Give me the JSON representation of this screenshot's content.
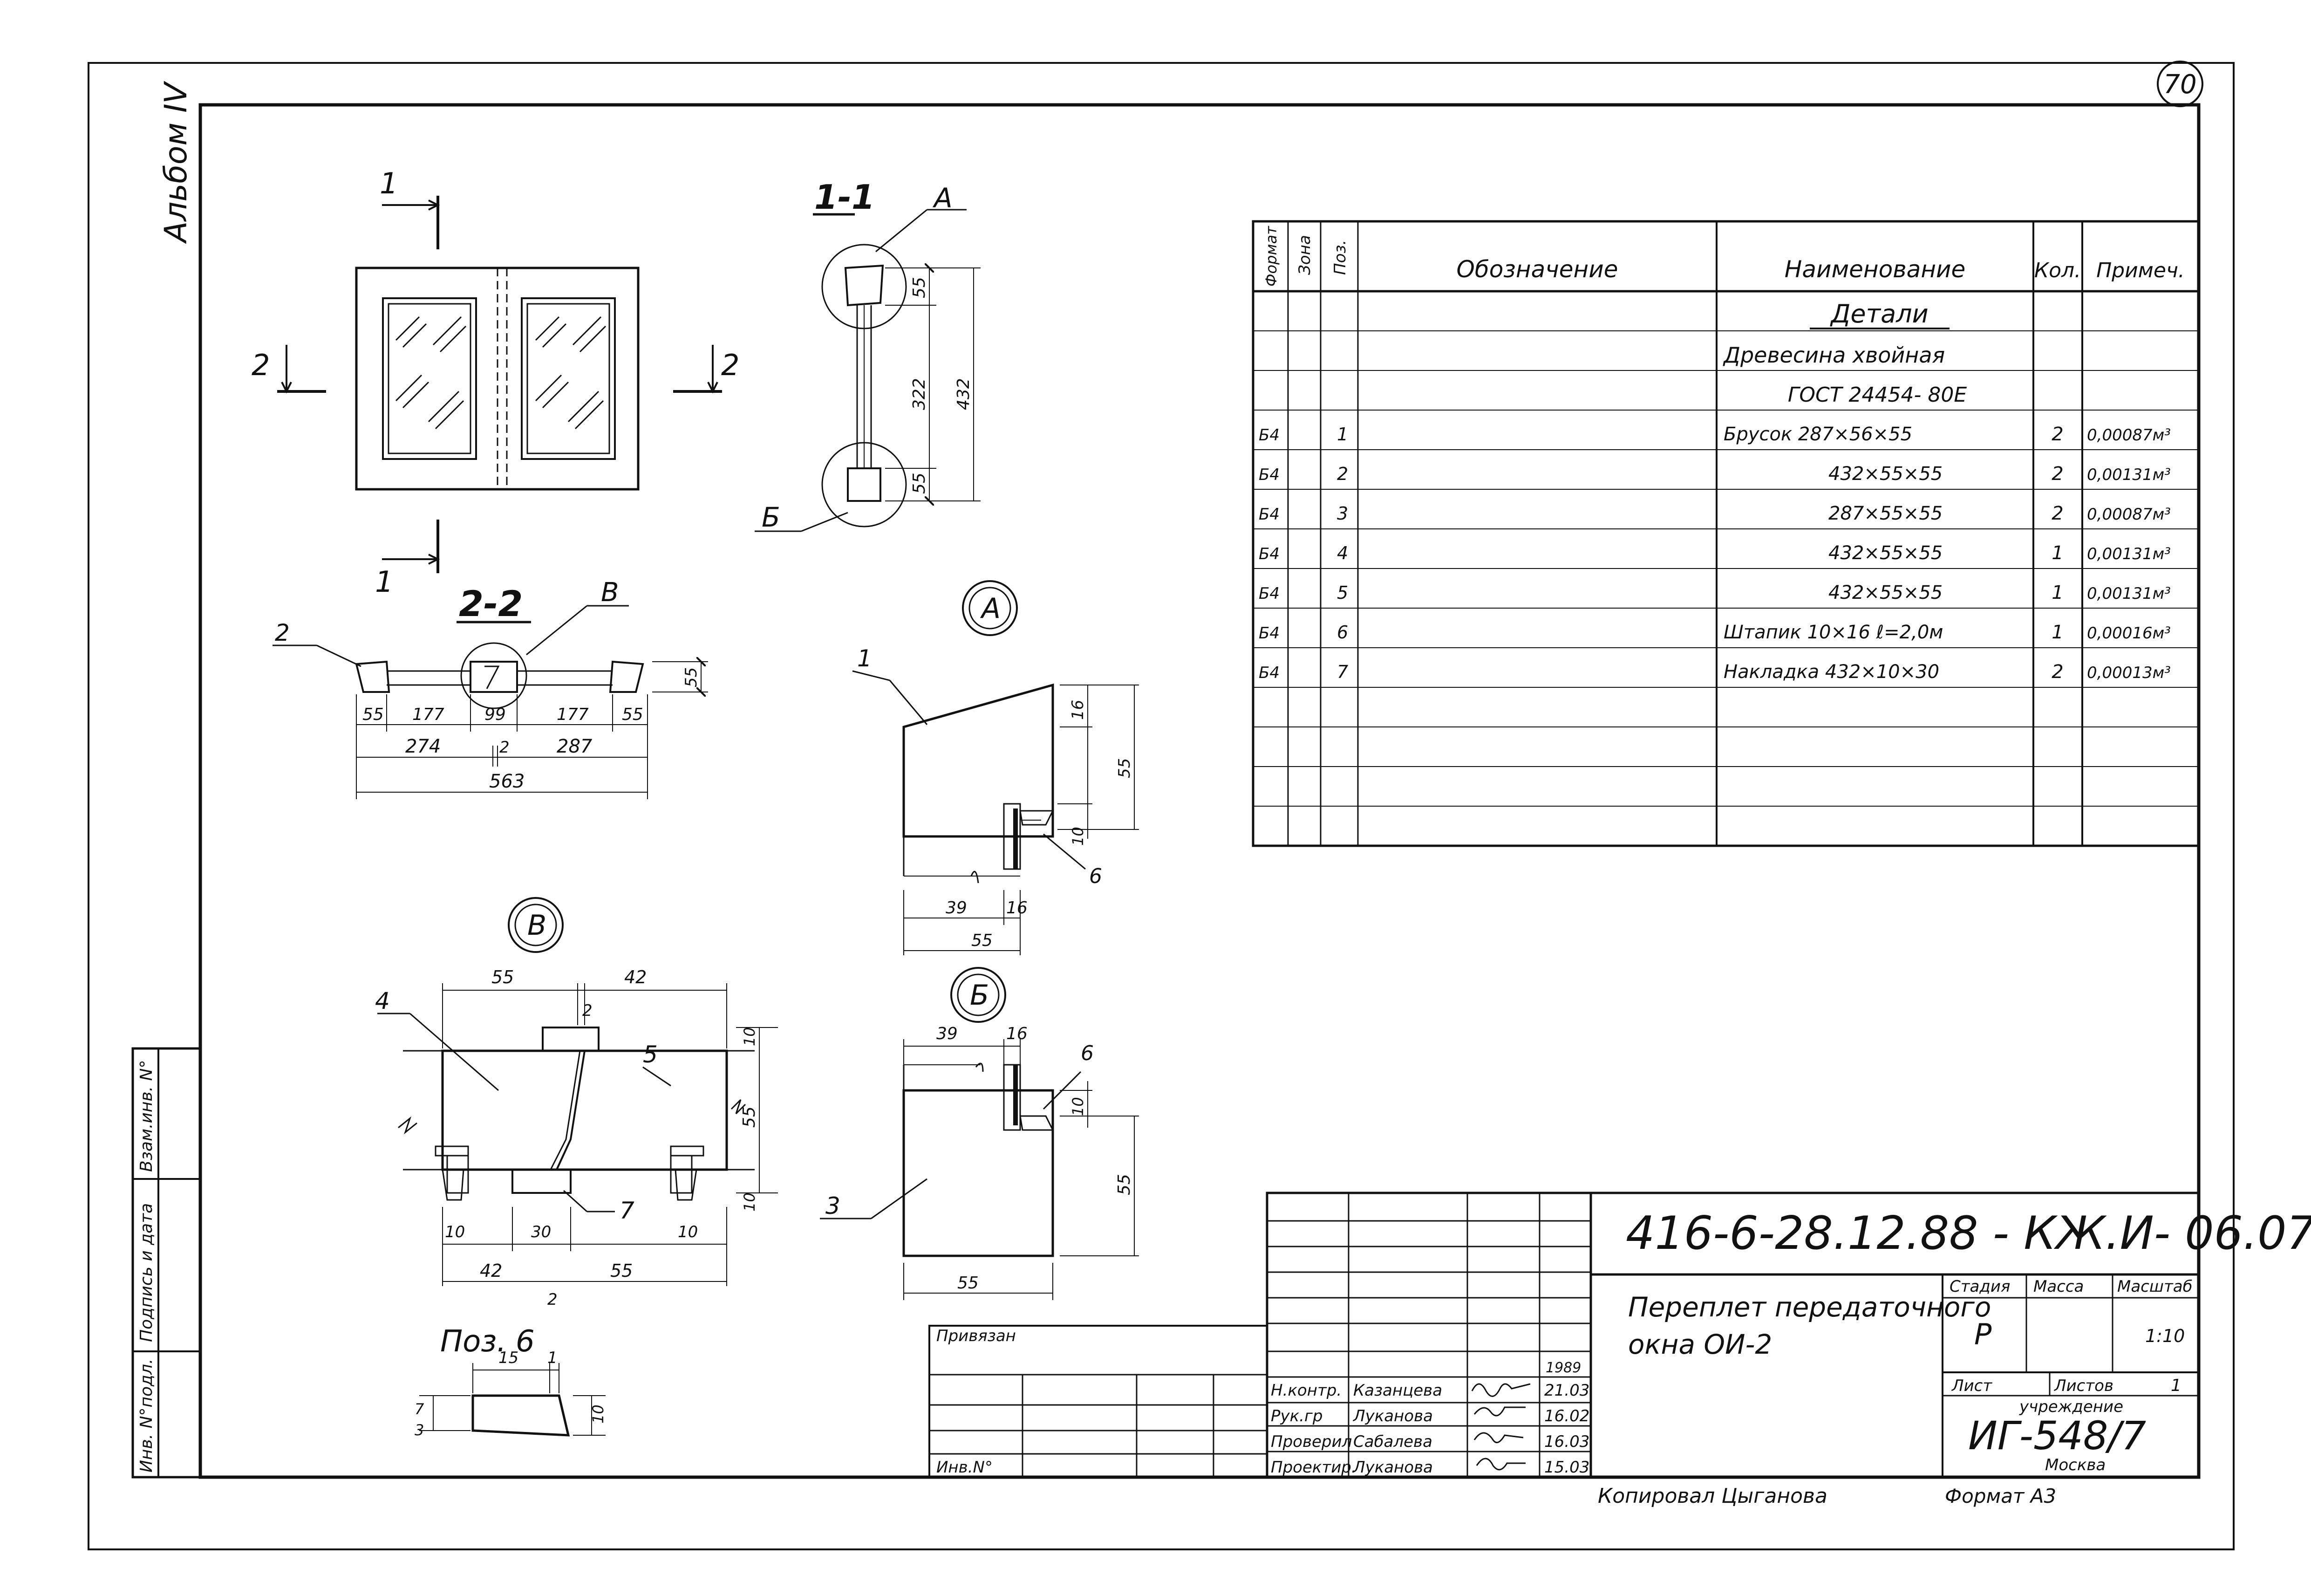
{
  "sheet": {
    "sheet_number": "70",
    "album_label": "Альбом IV",
    "document_code": "416-6-28.12.88 - КЖ.И- 06.07",
    "title_line1": "Переплет передаточного",
    "title_line2": "окна ОИ-2",
    "format_note": "Формат А3",
    "copied_note": "Копировал Цыганова",
    "linked_label": "Привязан",
    "inv_label": "Инв.N°",
    "side_labels": [
      "Взам.инв. N°",
      "Подпись и дата",
      "Инв. N°подл."
    ]
  },
  "stamp": {
    "stage_header": "Стадия",
    "mass_header": "Масса",
    "scale_header": "Масштаб",
    "stage_value": "Р",
    "scale_value": "1:10",
    "sheet_label": "Лист",
    "sheets_label": "Листов",
    "sheets_value": "1",
    "org_label": "учреждение",
    "org_code": "ИГ-548/7",
    "city": "Москва",
    "year": "1989",
    "people": [
      {
        "role": "Н.контр.",
        "name": "Казанцева",
        "date": "21.03"
      },
      {
        "role": "Рук.гр",
        "name": "Луканова",
        "date": "16.02"
      },
      {
        "role": "Проверил",
        "name": "Сабалева",
        "date": "16.03"
      },
      {
        "role": "Проектир.",
        "name": "Луканова",
        "date": "15.03"
      }
    ]
  },
  "spec": {
    "headers": {
      "format": "Формат",
      "zone": "Зона",
      "pos": "Поз.",
      "designation": "Обозначение",
      "name": "Наименование",
      "qty": "Кол.",
      "note": "Примеч."
    },
    "section_title": "Детали",
    "material_line1": "Древесина хвойная",
    "material_line2": "ГОСТ 24454- 80Е",
    "rows": [
      {
        "format": "Б4",
        "pos": "1",
        "name": "Брусок   287×56×55",
        "qty": "2",
        "note": "0,00087м³"
      },
      {
        "format": "Б4",
        "pos": "2",
        "name": "432×55×55",
        "qty": "2",
        "note": "0,00131м³"
      },
      {
        "format": "Б4",
        "pos": "3",
        "name": "287×55×55",
        "qty": "2",
        "note": "0,00087м³"
      },
      {
        "format": "Б4",
        "pos": "4",
        "name": "432×55×55",
        "qty": "1",
        "note": "0,00131м³"
      },
      {
        "format": "Б4",
        "pos": "5",
        "name": "432×55×55",
        "qty": "1",
        "note": "0,00131м³"
      },
      {
        "format": "Б4",
        "pos": "6",
        "name": "Штапик  10×16      ℓ=2,0м",
        "qty": "1",
        "note": "0,00016м³"
      },
      {
        "format": "Б4",
        "pos": "7",
        "name": "Накладка  432×10×30",
        "qty": "2",
        "note": "0,00013м³"
      }
    ]
  },
  "drawings": {
    "section_1_1": "1-1",
    "section_2_2": "2-2",
    "node_a": "А",
    "node_b": "Б",
    "node_v": "В",
    "pos6_title": "Поз. 6",
    "cut_1": "1",
    "cut_2": "2",
    "dims_1_1": [
      "55",
      "322",
      "432",
      "55"
    ],
    "dims_2_2": [
      "55",
      "177",
      "99",
      "177",
      "55",
      "274",
      "2",
      "287",
      "563",
      "55"
    ],
    "dims_a": [
      "16",
      "55",
      "10",
      "39",
      "16",
      "55"
    ],
    "dims_b": [
      "39",
      "16",
      "10",
      "55",
      "55"
    ],
    "dims_v": [
      "55",
      "2",
      "42",
      "10",
      "55",
      "10",
      "10",
      "30",
      "10",
      "42",
      "55",
      "2"
    ],
    "dims_pos6": [
      "15",
      "1",
      "3",
      "7",
      "10"
    ],
    "pos_labels": [
      "1",
      "2",
      "3",
      "4",
      "5",
      "6",
      "7"
    ]
  }
}
